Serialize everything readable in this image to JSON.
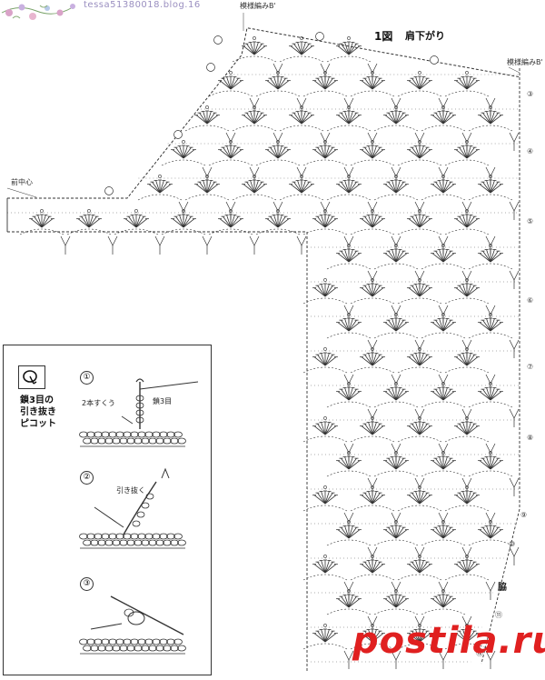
{
  "header": {
    "blog_url": "tessa51380018.blog.16",
    "figure_label": "1図",
    "figure_title": "肩下がり"
  },
  "labels": {
    "pattern_top_left": "模様編みB'",
    "pattern_top_right": "模様編みB'",
    "front_center": "前中心",
    "side": "脇"
  },
  "row_markers": [
    "③",
    "④",
    "⑤",
    "⑥",
    "⑦",
    "⑧",
    "⑨",
    "⑩",
    "⑪",
    "⑫"
  ],
  "inset": {
    "title_line1": "鎖3目の",
    "title_line2": "引き抜き",
    "title_line3": "ピコット",
    "step1_num": "①",
    "step1_note_a": "2本すくう",
    "step1_note_b": "鎖3目",
    "step2_num": "②",
    "step2_note": "引き抜く",
    "step3_num": "③"
  },
  "watermark": "postila.ru",
  "colors": {
    "line": "#333333",
    "watermark": "#e02020",
    "blog": "#9a8fc0"
  }
}
